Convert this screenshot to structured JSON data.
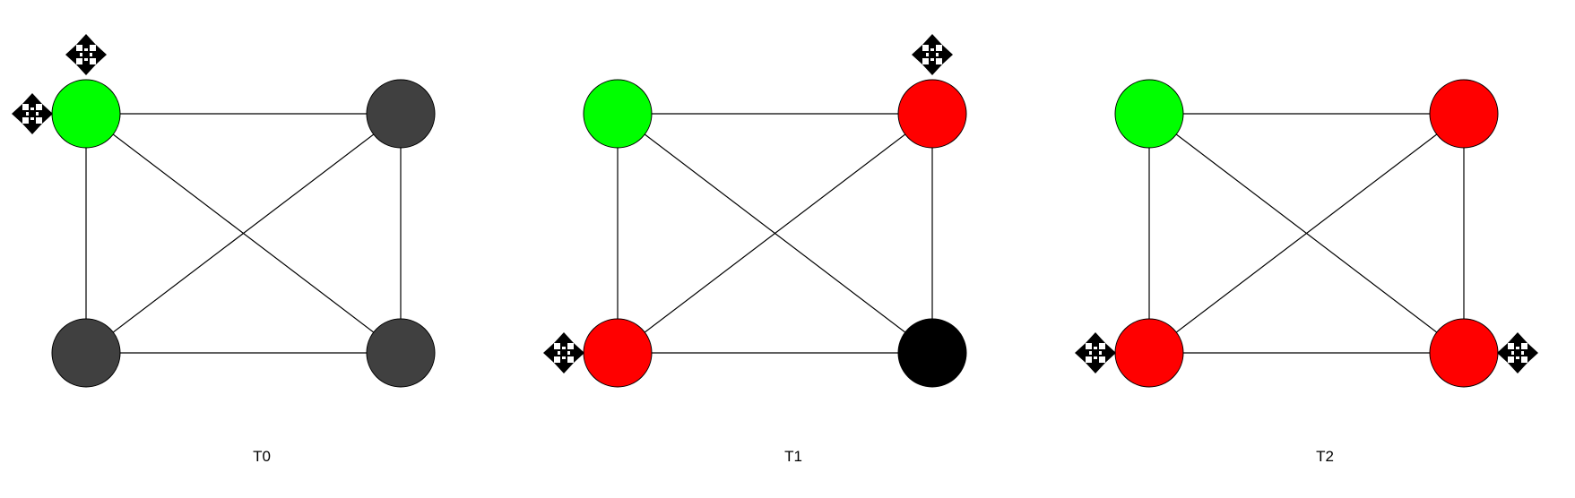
{
  "colors": {
    "green": "#00ff00",
    "gray": "#404040",
    "red": "#ff0000",
    "black": "#000000",
    "edge": "#000000"
  },
  "panels": [
    {
      "label": "T0",
      "nodes": [
        {
          "id": "top-left",
          "color": "green"
        },
        {
          "id": "top-right",
          "color": "gray"
        },
        {
          "id": "bottom-left",
          "color": "gray"
        },
        {
          "id": "bottom-right",
          "color": "gray"
        }
      ],
      "edges": [
        [
          "top-left",
          "top-right"
        ],
        [
          "top-left",
          "bottom-left"
        ],
        [
          "top-left",
          "bottom-right"
        ],
        [
          "top-right",
          "bottom-left"
        ],
        [
          "top-right",
          "bottom-right"
        ],
        [
          "bottom-left",
          "bottom-right"
        ]
      ],
      "move_icons": [
        {
          "node": "top-left",
          "side": "top"
        },
        {
          "node": "top-left",
          "side": "left"
        }
      ]
    },
    {
      "label": "T1",
      "nodes": [
        {
          "id": "top-left",
          "color": "green"
        },
        {
          "id": "top-right",
          "color": "red"
        },
        {
          "id": "bottom-left",
          "color": "red"
        },
        {
          "id": "bottom-right",
          "color": "black"
        }
      ],
      "edges": [
        [
          "top-left",
          "top-right"
        ],
        [
          "top-left",
          "bottom-left"
        ],
        [
          "top-left",
          "bottom-right"
        ],
        [
          "top-right",
          "bottom-left"
        ],
        [
          "top-right",
          "bottom-right"
        ],
        [
          "bottom-left",
          "bottom-right"
        ]
      ],
      "move_icons": [
        {
          "node": "top-right",
          "side": "top"
        },
        {
          "node": "bottom-left",
          "side": "left"
        }
      ]
    },
    {
      "label": "T2",
      "nodes": [
        {
          "id": "top-left",
          "color": "green"
        },
        {
          "id": "top-right",
          "color": "red"
        },
        {
          "id": "bottom-left",
          "color": "red"
        },
        {
          "id": "bottom-right",
          "color": "red"
        }
      ],
      "edges": [
        [
          "top-left",
          "top-right"
        ],
        [
          "top-left",
          "bottom-left"
        ],
        [
          "top-left",
          "bottom-right"
        ],
        [
          "top-right",
          "bottom-left"
        ],
        [
          "top-right",
          "bottom-right"
        ],
        [
          "bottom-left",
          "bottom-right"
        ]
      ],
      "move_icons": [
        {
          "node": "bottom-left",
          "side": "left"
        },
        {
          "node": "bottom-right",
          "side": "right"
        }
      ]
    }
  ]
}
